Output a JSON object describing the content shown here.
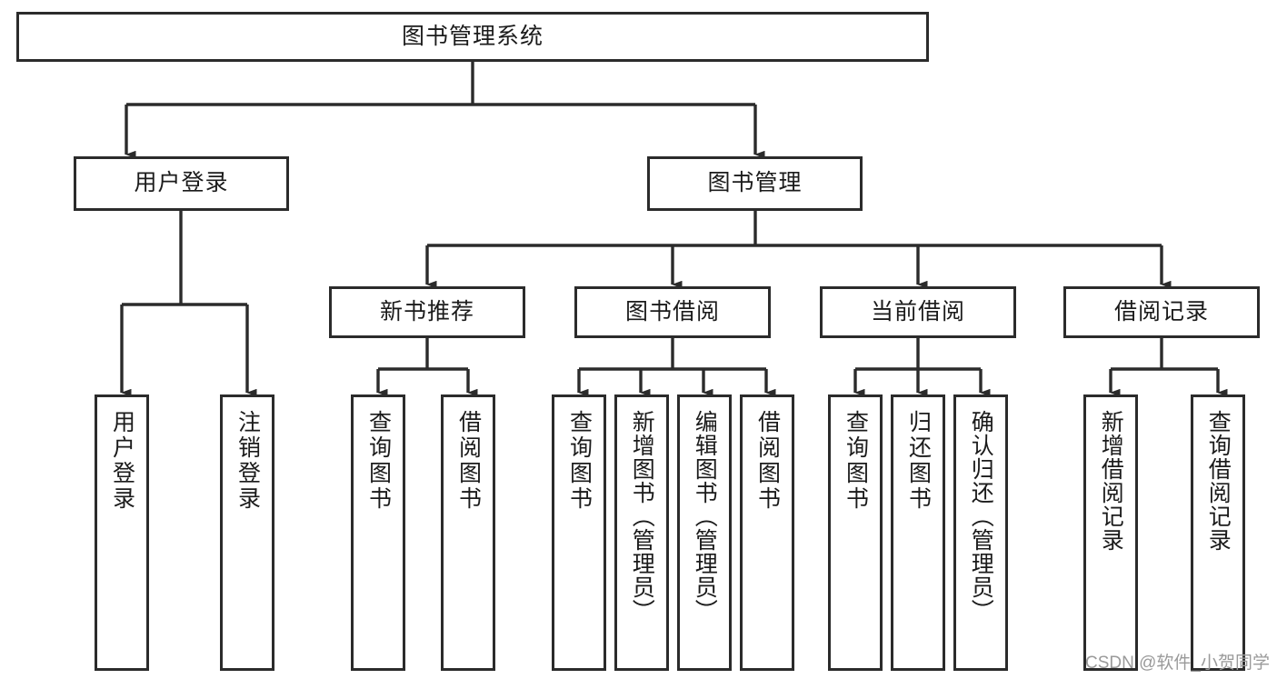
{
  "diagram": {
    "title": "图书管理系统",
    "type": "tree-hierarchy-chart",
    "watermark": "CSDN @软件_小贺同学",
    "stroke_color": "#2b2b2b",
    "fill_color": "#ffffff",
    "text_color": "#1b1b1b",
    "nodes": {
      "root": {
        "label": "图书管理系统"
      },
      "level1": [
        {
          "id": "user-login",
          "label": "用户登录"
        },
        {
          "id": "book-manage",
          "label": "图书管理"
        }
      ],
      "level2": [
        {
          "id": "new-book-recommend",
          "label": "新书推荐"
        },
        {
          "id": "book-borrow",
          "label": "图书借阅"
        },
        {
          "id": "current-borrow",
          "label": "当前借阅"
        },
        {
          "id": "borrow-record",
          "label": "借阅记录"
        }
      ],
      "leaves": {
        "user_login": [
          {
            "id": "leaf-user-login",
            "label": "用户登录"
          },
          {
            "id": "leaf-user-logout",
            "label": "注销登录"
          }
        ],
        "new_book_recommend": [
          {
            "id": "leaf-query-book-1",
            "label": "查询图书"
          },
          {
            "id": "leaf-borrow-book-1",
            "label": "借阅图书"
          }
        ],
        "book_borrow": [
          {
            "id": "leaf-query-book-2",
            "label": "查询图书"
          },
          {
            "id": "leaf-add-book-admin",
            "label": "新增图书（管理员）"
          },
          {
            "id": "leaf-edit-book-admin",
            "label": "编辑图书（管理员）"
          },
          {
            "id": "leaf-borrow-book-2",
            "label": "借阅图书"
          }
        ],
        "current_borrow": [
          {
            "id": "leaf-query-book-3",
            "label": "查询图书"
          },
          {
            "id": "leaf-return-book",
            "label": "归还图书"
          },
          {
            "id": "leaf-confirm-return-admin",
            "label": "确认归还（管理员）"
          }
        ],
        "borrow_record": [
          {
            "id": "leaf-add-borrow-record",
            "label": "新增借阅记录"
          },
          {
            "id": "leaf-query-borrow-record",
            "label": "查询借阅记录"
          }
        ]
      }
    }
  }
}
